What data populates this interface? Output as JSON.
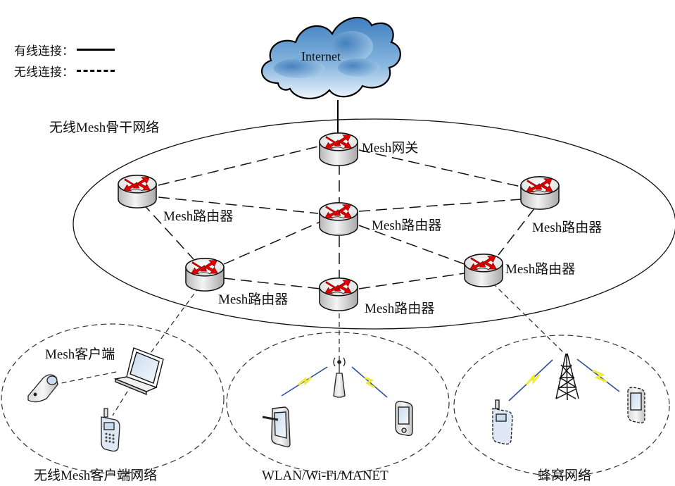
{
  "legend": {
    "wired_label": "有线连接：",
    "wireless_label": "无线连接："
  },
  "cloud": {
    "label": "Internet"
  },
  "backbone": {
    "title": "无线Mesh骨干网络",
    "gateway_label": "Mesh网关",
    "routers": [
      {
        "id": "r-left-top",
        "label": "Mesh路由器"
      },
      {
        "id": "r-center",
        "label": "Mesh路由器"
      },
      {
        "id": "r-right-top",
        "label": "Mesh路由器"
      },
      {
        "id": "r-right-mid",
        "label": "Mesh路由器"
      },
      {
        "id": "r-left-bottom",
        "label": "Mesh路由器"
      },
      {
        "id": "r-center-bottom",
        "label": "Mesh路由器"
      }
    ]
  },
  "subnets": [
    {
      "id": "client-mesh",
      "title": "无线Mesh客户端网络",
      "client_label": "Mesh客户端",
      "devices": [
        "laptop",
        "flip-phone",
        "mobile-phone"
      ]
    },
    {
      "id": "wlan",
      "title": "WLAN/Wi-Fi/MANET",
      "devices": [
        "access-point",
        "tablet",
        "pda"
      ]
    },
    {
      "id": "cellular",
      "title": "蜂窝网络",
      "devices": [
        "cell-tower",
        "mobile-phone",
        "pda"
      ]
    }
  ],
  "colors": {
    "router_arrow": "#e00000",
    "cloud_blue": "#4a86c0",
    "lightning": "#f2ea3a",
    "radio_link": "#2c4f9a"
  }
}
